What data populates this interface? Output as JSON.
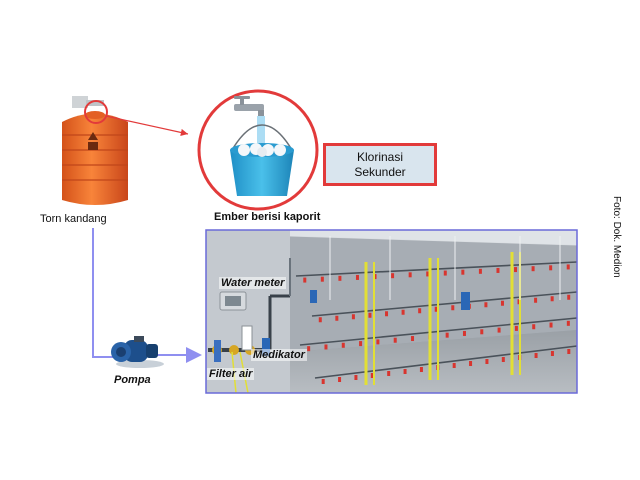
{
  "labels": {
    "tank": "Torn kandang",
    "bucket": "Ember berisi kaporit",
    "secondary_chlorination_line1": "Klorinasi",
    "secondary_chlorination_line2": "Sekunder",
    "pump": "Pompa",
    "water_meter": "Water meter",
    "medicator": "Medikator",
    "water_filter": "Filter air",
    "photo_credit": "Foto: Dok. Medion"
  },
  "colors": {
    "tank_orange": "#f26b21",
    "highlight_red": "#e23a3a",
    "pipe_blue": "#8f8ff0",
    "water_blue": "#34a8dc",
    "pump_blue": "#1d4f8c",
    "photo_border": "#6a6ad8",
    "nipple_red": "#d8352f",
    "pipe_yellow": "#e2df35"
  },
  "icons": [
    "water-tank-icon",
    "faucet-icon",
    "bucket-icon",
    "pump-icon",
    "flow-arrow-icon"
  ]
}
